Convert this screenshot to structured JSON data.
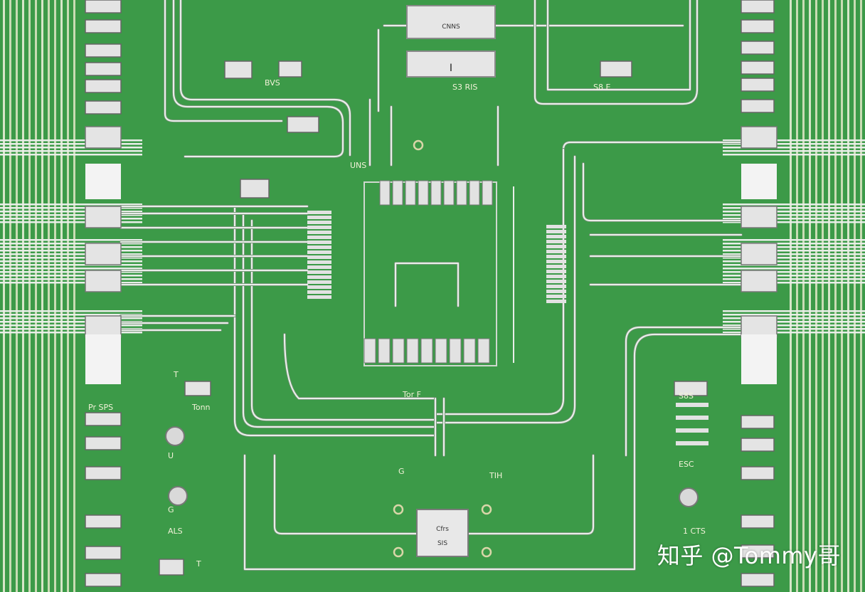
{
  "image": {
    "subject": "Green printed circuit board with white traces and components",
    "colors": {
      "board": "#3c9a48",
      "board_dark": "#2f8a3d",
      "trace": "#e9eee9",
      "trace_shadow": "#6b8f6f",
      "component": "#e4e4e4",
      "silkscreen": "#f2f2d8"
    }
  },
  "chips": {
    "top_label": "CNNS",
    "top_lower_label": "I",
    "bottom_label_1": "Cfrs",
    "bottom_label_2": "SIS"
  },
  "silkscreen": [
    "S8 E",
    "BVS",
    "S3 RIS",
    "UNS",
    "Tor F",
    "U",
    "T",
    "Pr SPS",
    "S8S",
    "G",
    "TIH",
    "G",
    "ALS",
    "1 CTS",
    "ESC",
    "T",
    "Tonn"
  ],
  "watermark": "知乎 @Tommy哥"
}
